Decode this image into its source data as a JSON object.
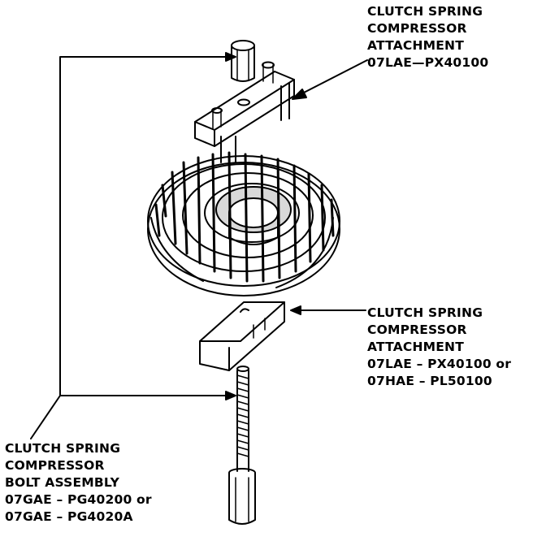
{
  "labels": {
    "top_attachment": {
      "lines": [
        "CLUTCH SPRING",
        "COMPRESSOR",
        "ATTACHMENT",
        "07LAE—PX40100"
      ]
    },
    "middle_attachment": {
      "lines": [
        "CLUTCH SPRING",
        "COMPRESSOR",
        "ATTACHMENT",
        "07LAE – PX40100 or",
        "07HAE – PL50100"
      ]
    },
    "bolt_assembly": {
      "lines": [
        "CLUTCH SPRING",
        "COMPRESSOR",
        "BOLT ASSEMBLY",
        "07GAE – PG40200 or",
        "07GAE – PG4020A"
      ]
    }
  }
}
